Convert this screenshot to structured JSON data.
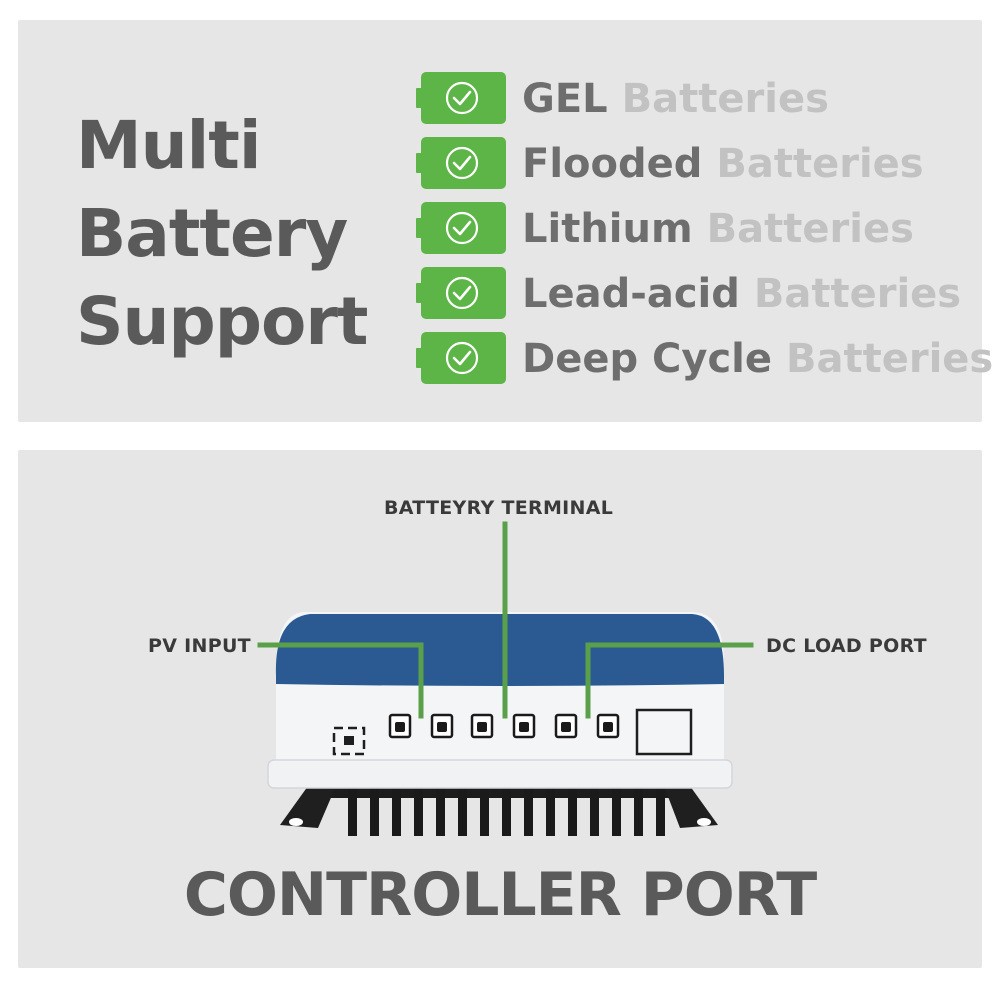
{
  "headline": {
    "line1": "Multi",
    "line2": "Battery",
    "line3": "Support"
  },
  "batteries": [
    {
      "type": "GEL",
      "suffix": "Batteries"
    },
    {
      "type": "Flooded",
      "suffix": "Batteries"
    },
    {
      "type": "Lithium",
      "suffix": "Batteries"
    },
    {
      "type": "Lead-acid",
      "suffix": "Batteries"
    },
    {
      "type": "Deep Cycle",
      "suffix": "Batteries"
    }
  ],
  "controller": {
    "battery_terminal_label": "BATTEYRY TERMINAL",
    "pv_input_label": "PV INPUT",
    "dc_load_label": "DC LOAD PORT",
    "title": "CONTROLLER PORT"
  },
  "colors": {
    "panel_bg": "#e6e6e6",
    "accent_green": "#5cb546",
    "leader_line_green": "#5aa04a",
    "casing_blue": "#2a5a91",
    "casing_white": "#f4f5f7",
    "heatsink": "#1c1c1c",
    "text_dark": "#5a5a5a",
    "text_light": "#c2c2c2"
  },
  "icons": {
    "battery": "battery-check-icon",
    "port": "terminal-port-icon",
    "button": "square-button-icon"
  }
}
